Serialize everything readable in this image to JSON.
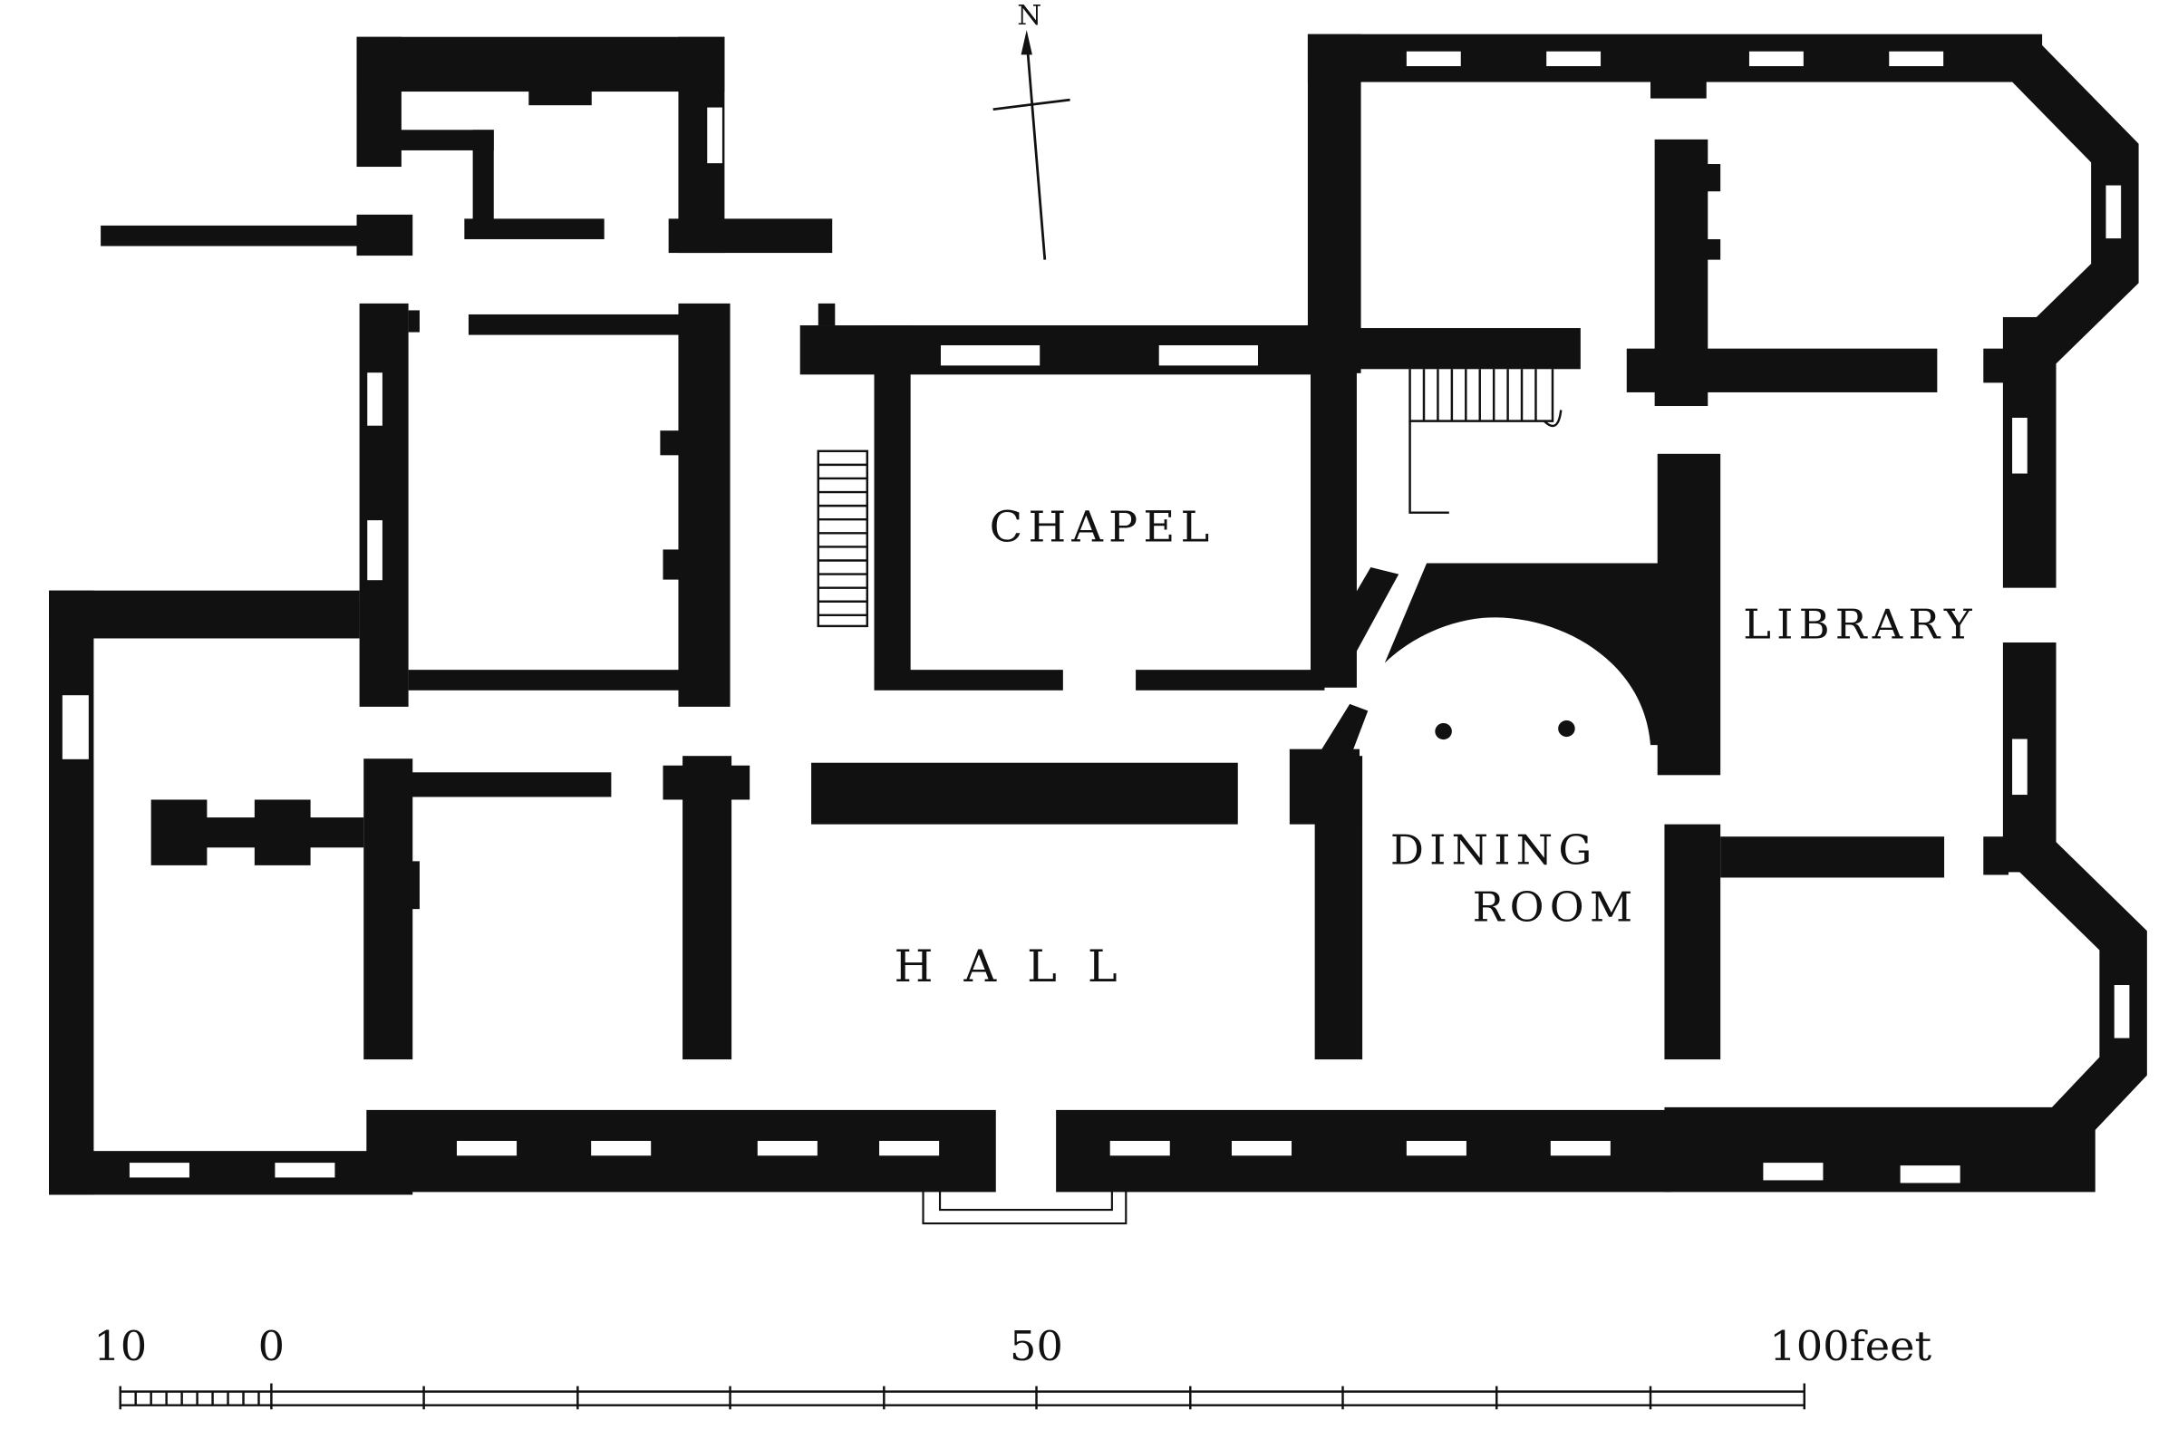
{
  "rooms": {
    "chapel": "CHAPEL",
    "library": "LIBRARY",
    "dining_line1": "DINING",
    "dining_line2": "ROOM",
    "hall": "HALL"
  },
  "north": "N",
  "scale": {
    "ticks": [
      "10",
      "0",
      "50",
      "100feet"
    ]
  },
  "colors": {
    "wall": "#111111",
    "background": "#ffffff"
  }
}
